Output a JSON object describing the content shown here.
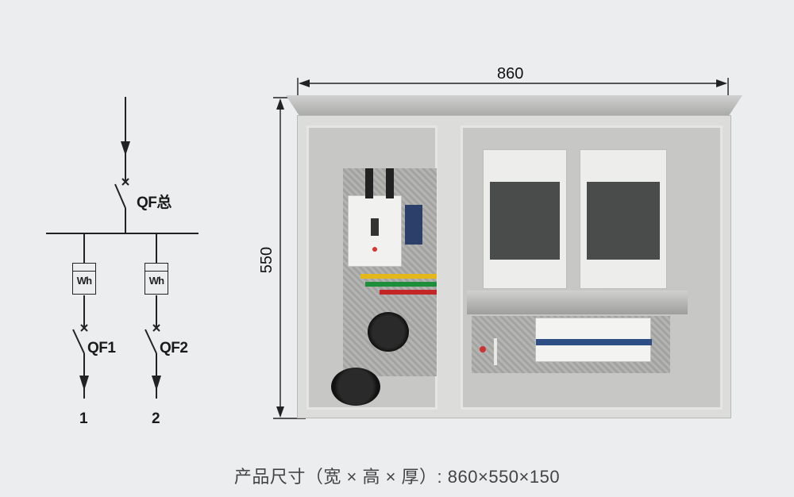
{
  "schematic": {
    "main_breaker_label": "QF总",
    "meters": [
      {
        "label": "Wh"
      },
      {
        "label": "Wh"
      }
    ],
    "branch_breakers": [
      {
        "label": "QF1",
        "output": "1"
      },
      {
        "label": "QF2",
        "output": "2"
      }
    ]
  },
  "dimensions": {
    "width_label": "860",
    "height_label": "550"
  },
  "caption": "产品尺寸（宽 × 高 × 厚）:  860×550×150",
  "colors": {
    "background": "#ecedee",
    "line": "#222222",
    "caption_text": "#444444"
  }
}
